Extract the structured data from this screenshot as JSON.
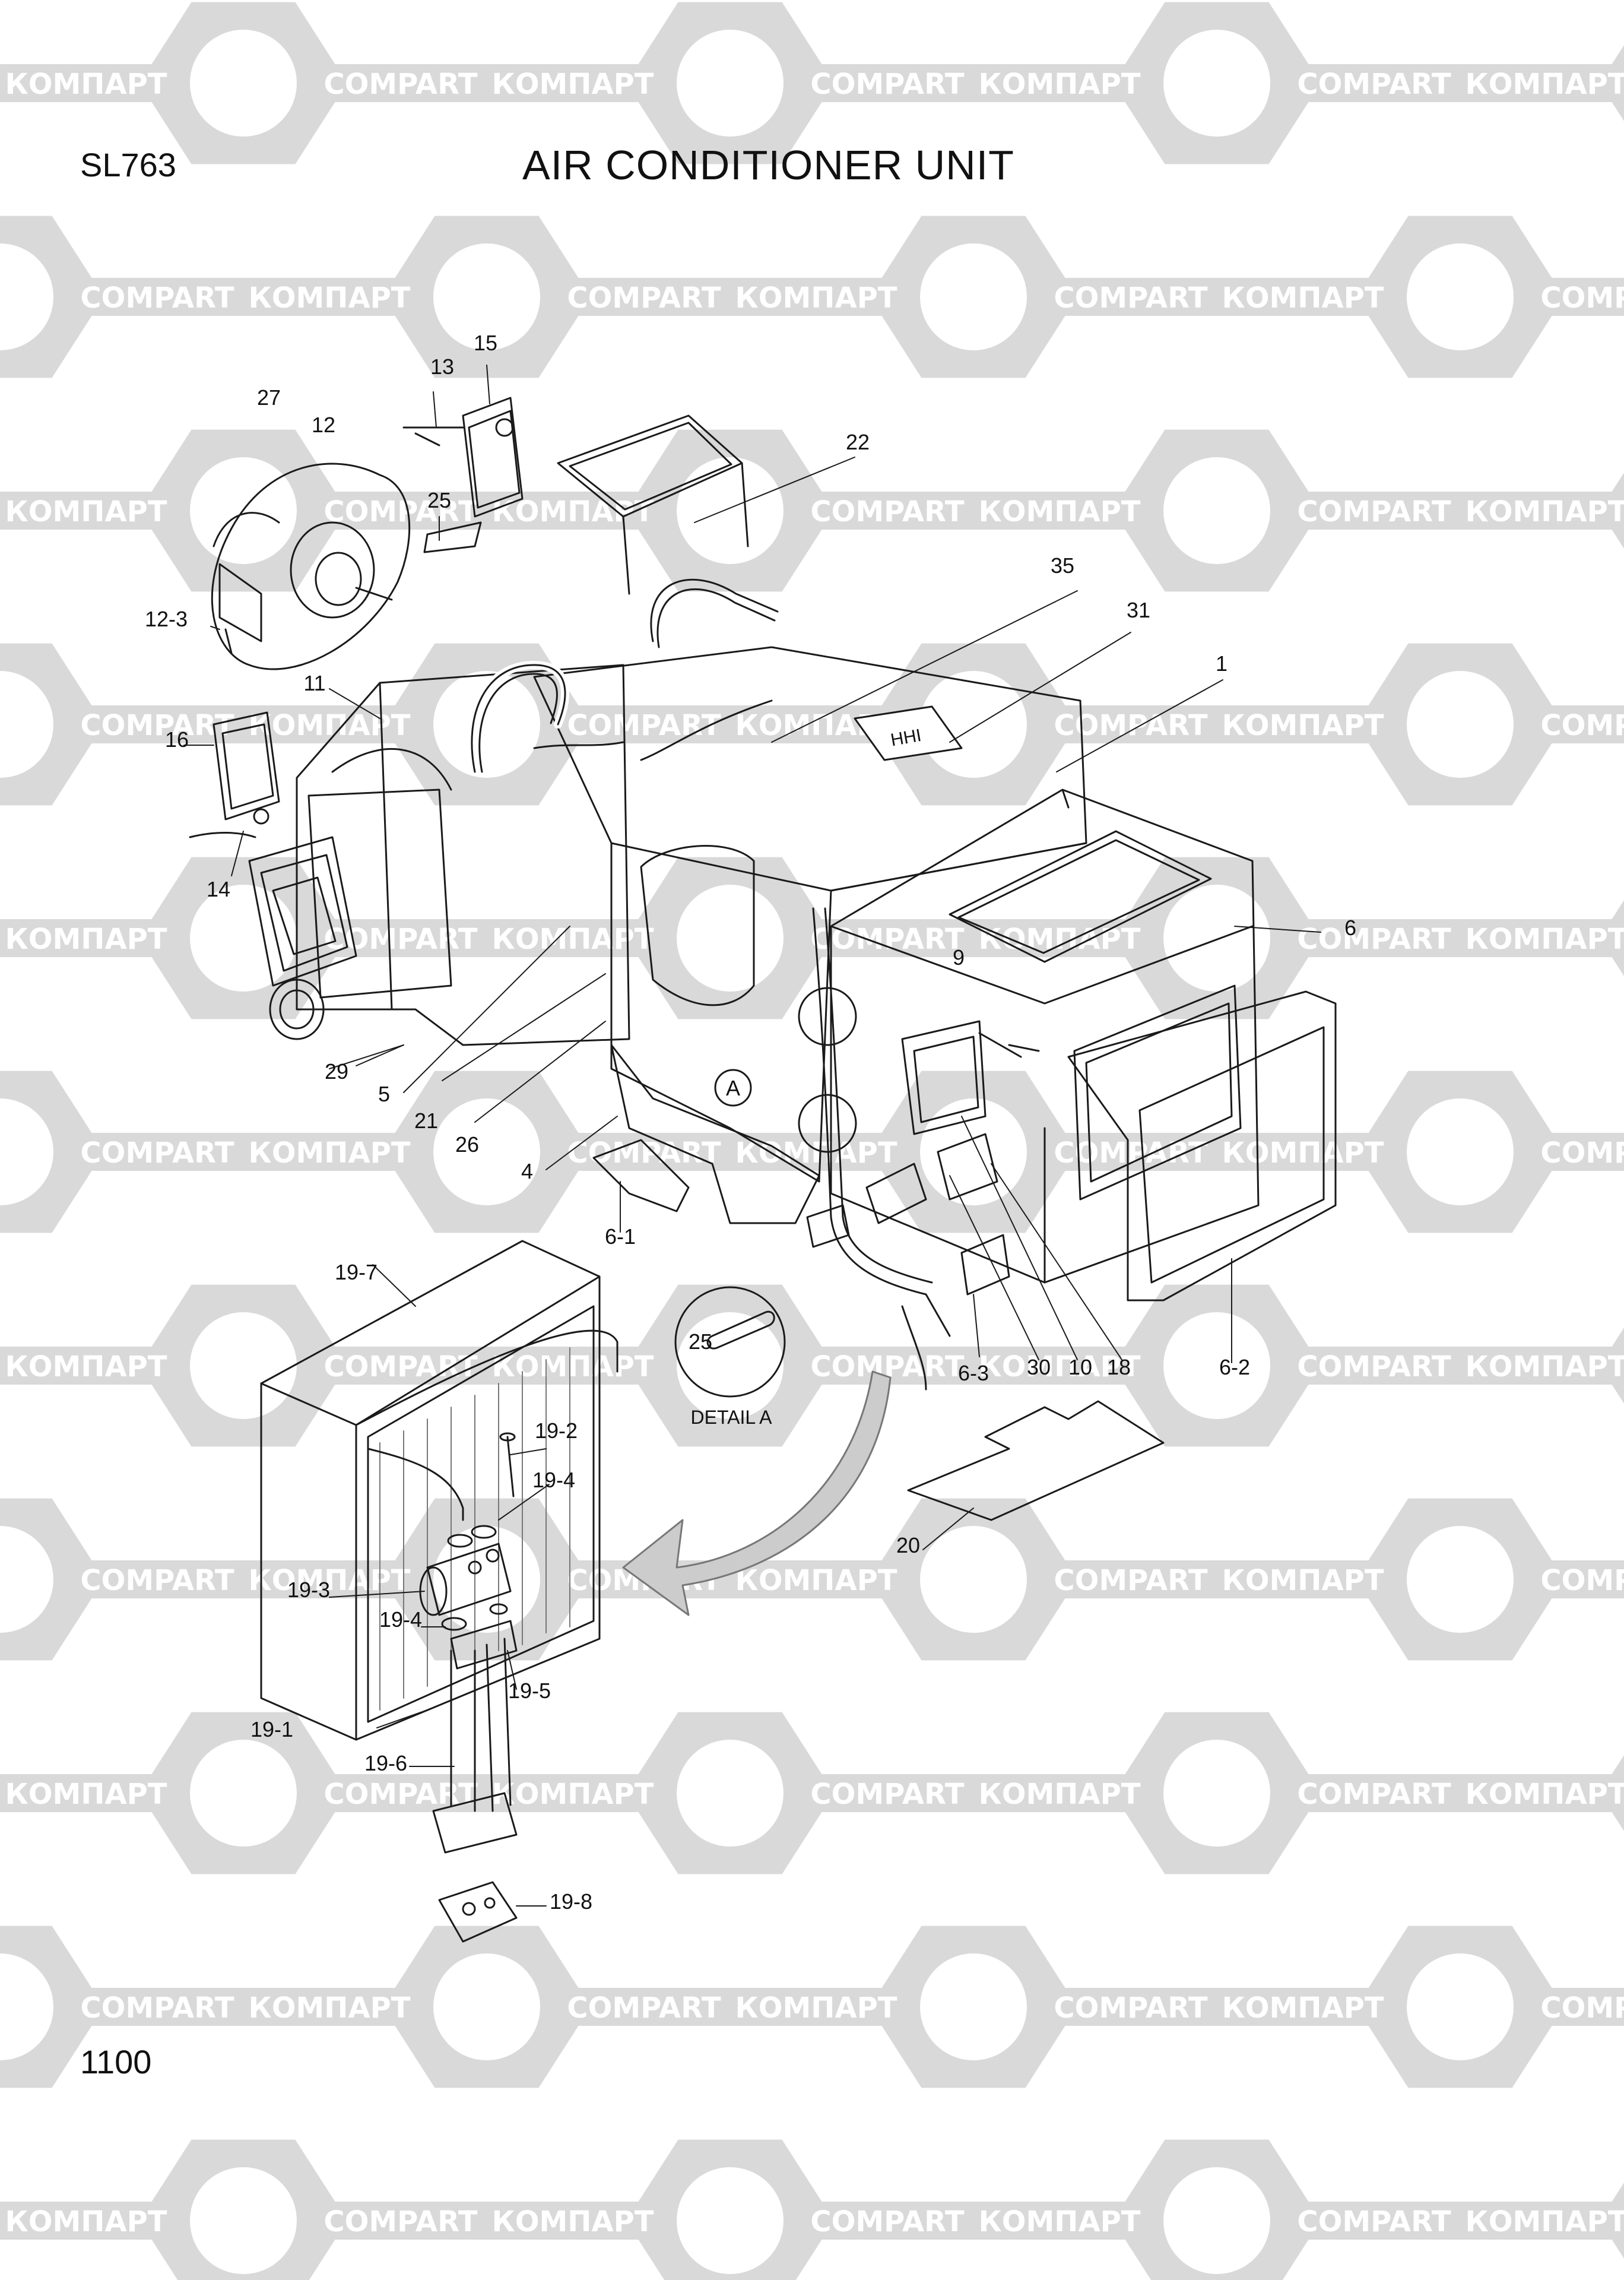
{
  "header": {
    "model": "SL763",
    "title": "AIR CONDITIONER  UNIT"
  },
  "page_number": "1100",
  "watermark": {
    "text_latin": "COMPART",
    "text_cyrillic": "КОМПАРТ",
    "color": "#d9d9d9"
  },
  "detail": {
    "marker": "A",
    "caption": "DETAIL A",
    "part": "25"
  },
  "labels": [
    "1",
    "4",
    "5",
    "6",
    "6-1",
    "6-2",
    "6-3",
    "9",
    "10",
    "11",
    "12",
    "12-3",
    "13",
    "14",
    "15",
    "16",
    "18",
    "19-1",
    "19-2",
    "19-3",
    "19-4",
    "19-4",
    "19-5",
    "19-6",
    "19-7",
    "19-8",
    "20",
    "21",
    "22",
    "25",
    "25",
    "26",
    "27",
    "29",
    "30",
    "31",
    "35"
  ],
  "plate": "HHI",
  "colors": {
    "line": "#1a1a1a",
    "paper": "#ffffff",
    "hatch": "#777777"
  }
}
